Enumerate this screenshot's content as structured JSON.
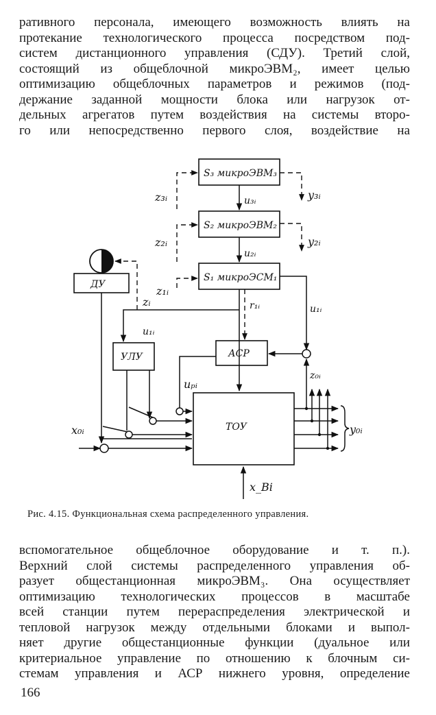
{
  "paragraph_top": [
    "ративного персонала, имеющего возможность влиять на",
    "протекание технологического процесса посредством под-",
    "систем дистанционного управления (СДУ). Третий слой,",
    "состоящий из общеблочной микроЭВМ₂, имеет целью",
    "оптимизацию общеблочных параметров и режимов (под-",
    "держание заданной мощности блока или нагрузок от-",
    "дельных агрегатов путем воздействия на системы второ-",
    "го или непосредственно первого слоя, воздействие на"
  ],
  "figure": {
    "blocks": {
      "s3": "S₃ микроЭВМ₃",
      "s2": "S₂ микроЭВМ₂",
      "s1": "S₁ микроЭСМ₁",
      "du": "ДУ",
      "ulu": "УЛУ",
      "asr": "АСР",
      "tou": "ТОУ"
    },
    "labels": {
      "z3": "z₃ᵢ",
      "y3": "y₃ᵢ",
      "u3": "u₃ᵢ",
      "z2": "z₂ᵢ",
      "y2": "y₂ᵢ",
      "u2": "u₂ᵢ",
      "z1": "z₁ᵢ",
      "zi": "zᵢ",
      "r1": "r₁ᵢ",
      "u1_left": "u₁ᵢ",
      "u1_right": "u₁ᵢ",
      "up": "uₚᵢ",
      "z0": "z₀ᵢ",
      "x0": "x₀ᵢ",
      "y0": "y₀ᵢ",
      "xb": "x_Bi"
    },
    "caption": "Рис. 4.15. Функциональная схема распределенного управления."
  },
  "paragraph_bottom": [
    "вспомогательное общеблочное оборудование и т. п.).",
    "Верхний слой системы распределенного управления об-",
    "разует общестанционная микроЭВМ₃. Она осуществляет",
    "оптимизацию технологических процессов в масштабе",
    "всей станции путем перераспределения электрической и",
    "тепловой нагрузок между отдельными блоками и выпол-",
    "няет другие общестанционные функции (дуальное или",
    "критериальное управление по отношению к блочным си-",
    "стемам управления и АСР нижнего уровня, определение"
  ],
  "page_number": "166"
}
